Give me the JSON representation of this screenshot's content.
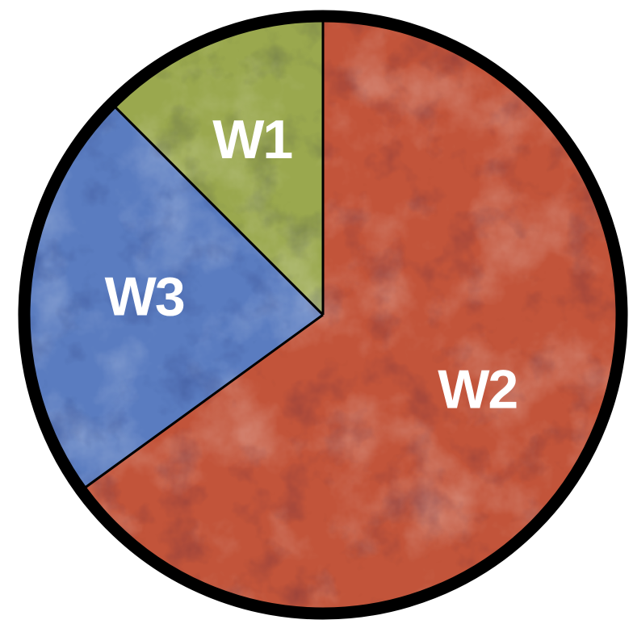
{
  "chart_data": {
    "type": "pie",
    "categories": [
      "W1",
      "W2",
      "W3"
    ],
    "values": [
      12.5,
      65.0,
      22.5
    ],
    "colors": [
      "#9aa84e",
      "#c2543a",
      "#5a7cc0"
    ],
    "start_angle_deg": 0,
    "direction": "clockwise_from_top",
    "slice_order": [
      "W2",
      "W3",
      "W1"
    ],
    "background_texture": "satellite-earth-image",
    "border_color": "#000000"
  }
}
